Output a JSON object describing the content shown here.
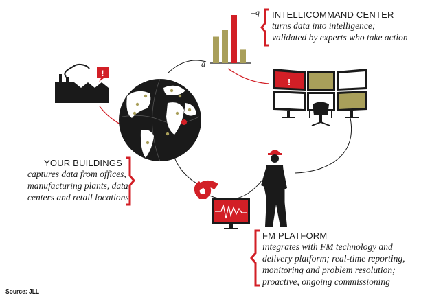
{
  "intellicommand": {
    "title": "INTELLICOMMAND CENTER",
    "lines": [
      "turns data into intelligence;",
      "validated by experts who take action"
    ]
  },
  "buildings": {
    "title": "YOUR BUILDINGS",
    "lines": [
      "captures data from offices,",
      "manufacturing plants, data",
      "centers and retail locations"
    ]
  },
  "fm_platform": {
    "title": "FM PLATFORM",
    "lines": [
      "integrates with FM technology and",
      "delivery platform; real-time reporting,",
      "monitoring and problem resolution;",
      "proactive, ongoing commissioning"
    ]
  },
  "mini_chart": {
    "top_label": "q",
    "bottom_label": "a",
    "bars": [
      {
        "value": 0.55,
        "color": "#a99f5a"
      },
      {
        "value": 0.7,
        "color": "#a99f5a"
      },
      {
        "value": 1.0,
        "color": "#d21f26"
      },
      {
        "value": 0.28,
        "color": "#a99f5a"
      }
    ]
  },
  "alert_symbol": "!",
  "source": "Source: JLL",
  "colors": {
    "accent": "#d21f26",
    "olive": "#a99f5a",
    "dark": "#1a1a1a"
  }
}
